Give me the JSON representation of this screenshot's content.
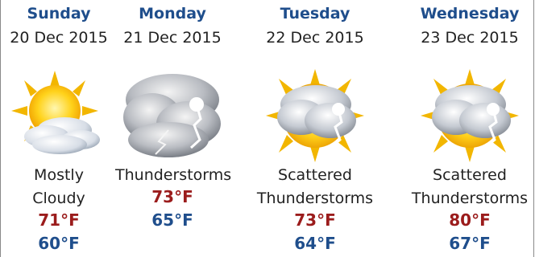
{
  "colors": {
    "day_name": "#1f4e8c",
    "high": "#9b1c1c",
    "low": "#1f4e8c",
    "text": "#222222"
  },
  "forecast": [
    {
      "day": "Sunday",
      "date": "20 Dec 2015",
      "icon": "mostly-cloudy-icon",
      "condition_line1": "Mostly",
      "condition_line2": "Cloudy",
      "high": "71°F",
      "low": "60°F"
    },
    {
      "day": "Monday",
      "date": "21 Dec 2015",
      "icon": "thunderstorm-icon",
      "condition_line1": "Thunderstorms",
      "condition_line2": "",
      "high": "73°F",
      "low": "65°F"
    },
    {
      "day": "Tuesday",
      "date": "22 Dec 2015",
      "icon": "scattered-thunderstorms-icon",
      "condition_line1": "Scattered",
      "condition_line2": "Thunderstorms",
      "high": "73°F",
      "low": "64°F"
    },
    {
      "day": "Wednesday",
      "date": "23 Dec 2015",
      "icon": "scattered-thunderstorms-icon",
      "condition_line1": "Scattered",
      "condition_line2": "Thunderstorms",
      "high": "80°F",
      "low": "67°F"
    }
  ]
}
